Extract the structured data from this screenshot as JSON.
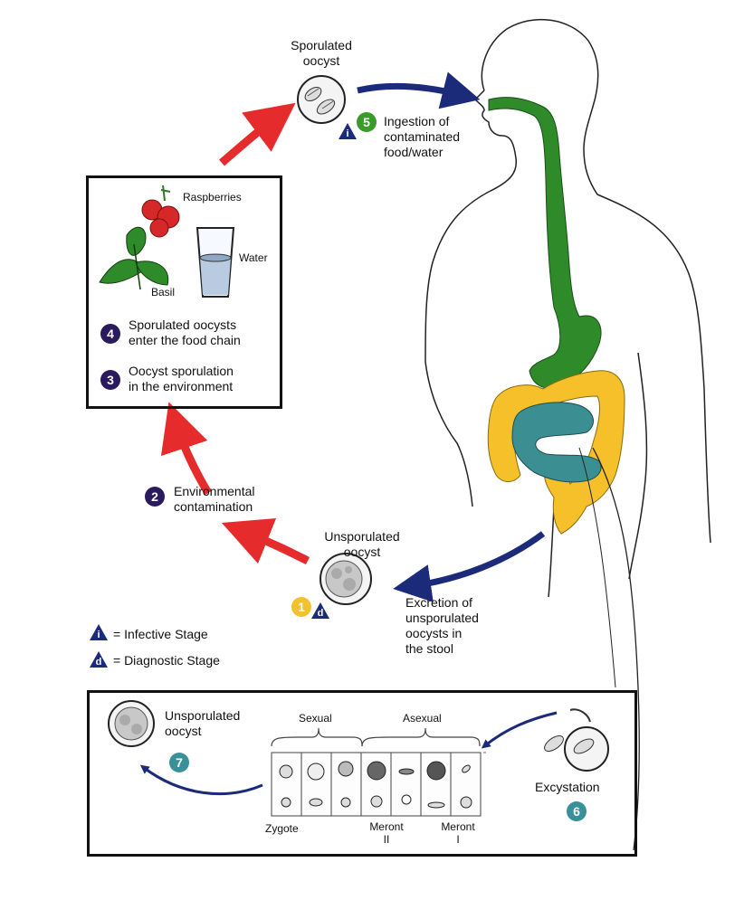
{
  "colors": {
    "red_arrow": "#e52b2b",
    "blue_arrow": "#1c2a7a",
    "gut_green": "#2f8a2a",
    "colon_yellow": "#f5c02a",
    "small_intestine_teal": "#3b8f93",
    "step_purple": "#2a1a5e",
    "step_green": "#3a9a2a",
    "step_teal": "#3a9098",
    "step_yellow": "#f2c12e"
  },
  "top": {
    "sporulated_oocyst_label": "Sporulated\noocyst",
    "step5_number": "5",
    "step5_text": "Ingestion of\ncontaminated\nfood/water",
    "infective_letter": "i"
  },
  "environment_box": {
    "raspberries_label": "Raspberries",
    "water_label": "Water",
    "basil_label": "Basil",
    "step4_number": "4",
    "step4_text": "Sporulated oocysts\nenter the food chain",
    "step3_number": "3",
    "step3_text": "Oocyst sporulation\nin the environment"
  },
  "middle": {
    "step2_number": "2",
    "step2_text": "Environmental\ncontamination",
    "unsporulated_oocyst_label": "Unsporulated\noocyst",
    "step1_number": "1",
    "diagnostic_letter": "d",
    "excretion_text": "Excretion of\nunsporulated\noocysts in\nthe stool"
  },
  "legend": {
    "infective_letter": "i",
    "infective_text": "= Infective Stage",
    "diagnostic_letter": "d",
    "diagnostic_text": "= Diagnostic Stage"
  },
  "bottom_box": {
    "unsporulated_oocyst_label": "Unsporulated\noocyst",
    "step7_number": "7",
    "sexual_label": "Sexual",
    "asexual_label": "Asexual",
    "zygote_label": "Zygote",
    "meront2_label": "Meront\nII",
    "meront1_label": "Meront\nI",
    "excystation_label": "Excystation",
    "step6_number": "6"
  }
}
